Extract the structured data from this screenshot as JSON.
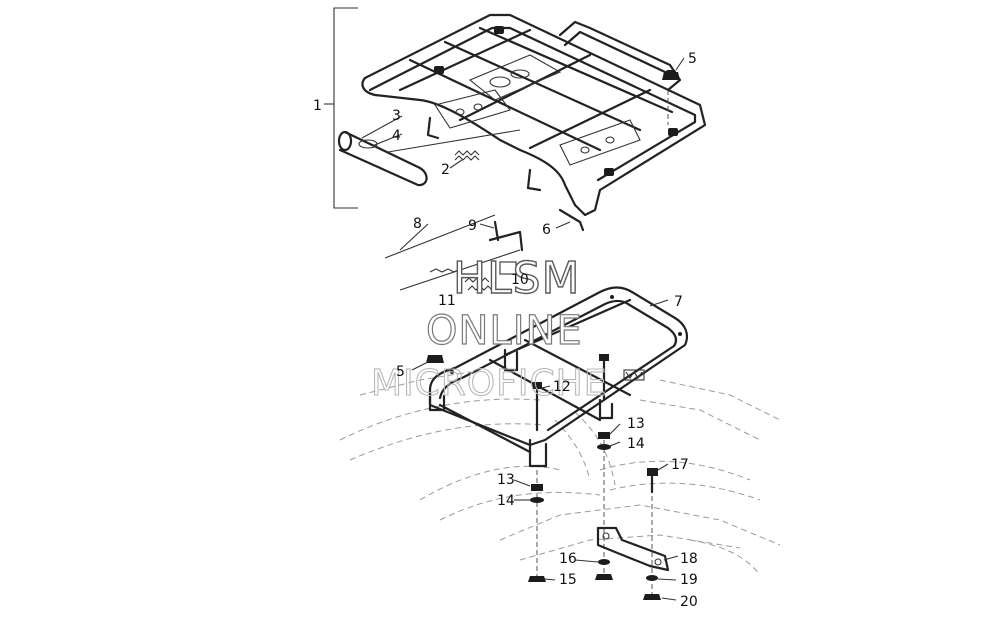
{
  "diagram": {
    "callouts": [
      "1",
      "2",
      "3",
      "4",
      "5",
      "6",
      "7",
      "8",
      "9",
      "10",
      "11",
      "12",
      "13",
      "14",
      "15",
      "16",
      "17",
      "18",
      "19",
      "20"
    ],
    "callout_5_lower": "5",
    "callout_13_lower": "13",
    "callout_14_lower": "14"
  },
  "watermark": {
    "line1": "HLSM",
    "line2": "ONLINE",
    "line3": "MICROFICHE"
  },
  "colors": {
    "ink": "#222222",
    "background": "#ffffff",
    "watermark_gray": "#7a7a7a"
  }
}
